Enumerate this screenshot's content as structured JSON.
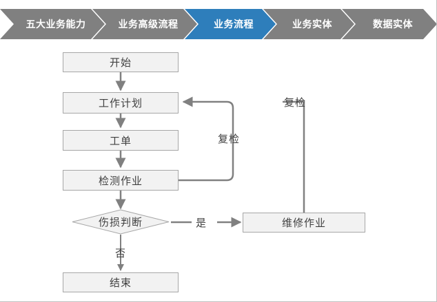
{
  "breadcrumb": {
    "active_color": "#2e7ebb",
    "inactive_color": "#808080",
    "items": [
      {
        "label": "五大业务能力",
        "active": false
      },
      {
        "label": "业务高级流程",
        "active": false
      },
      {
        "label": "业务流程",
        "active": true
      },
      {
        "label": "业务实体",
        "active": false
      },
      {
        "label": "数据实体",
        "active": false
      }
    ]
  },
  "flowchart": {
    "type": "flowchart",
    "node_fill": "#f2f2f2",
    "node_border": "#a6a6a6",
    "connector_color": "#808080",
    "text_color": "#404040",
    "nodes": [
      {
        "id": "start",
        "label": "开始",
        "shape": "rect"
      },
      {
        "id": "work-plan",
        "label": "工作计划",
        "shape": "rect"
      },
      {
        "id": "work-order",
        "label": "工单",
        "shape": "rect"
      },
      {
        "id": "inspection",
        "label": "检测作业",
        "shape": "rect"
      },
      {
        "id": "decision",
        "label": "伤损判断",
        "shape": "diamond"
      },
      {
        "id": "repair",
        "label": "维修作业",
        "shape": "rect"
      },
      {
        "id": "end",
        "label": "结束",
        "shape": "rect"
      }
    ],
    "edge_labels": {
      "reinspect_inner": "复检",
      "reinspect_outer": "复检",
      "yes": "是",
      "no": "否"
    },
    "edges": [
      {
        "from": "start",
        "to": "work-plan",
        "label": ""
      },
      {
        "from": "work-plan",
        "to": "work-order",
        "label": ""
      },
      {
        "from": "work-order",
        "to": "inspection",
        "label": ""
      },
      {
        "from": "inspection",
        "to": "decision",
        "label": ""
      },
      {
        "from": "inspection",
        "to": "work-plan",
        "label": "复检"
      },
      {
        "from": "decision",
        "to": "repair",
        "label": "是"
      },
      {
        "from": "decision",
        "to": "end",
        "label": "否"
      },
      {
        "from": "repair",
        "to": "work-plan",
        "label": "复检"
      }
    ]
  }
}
